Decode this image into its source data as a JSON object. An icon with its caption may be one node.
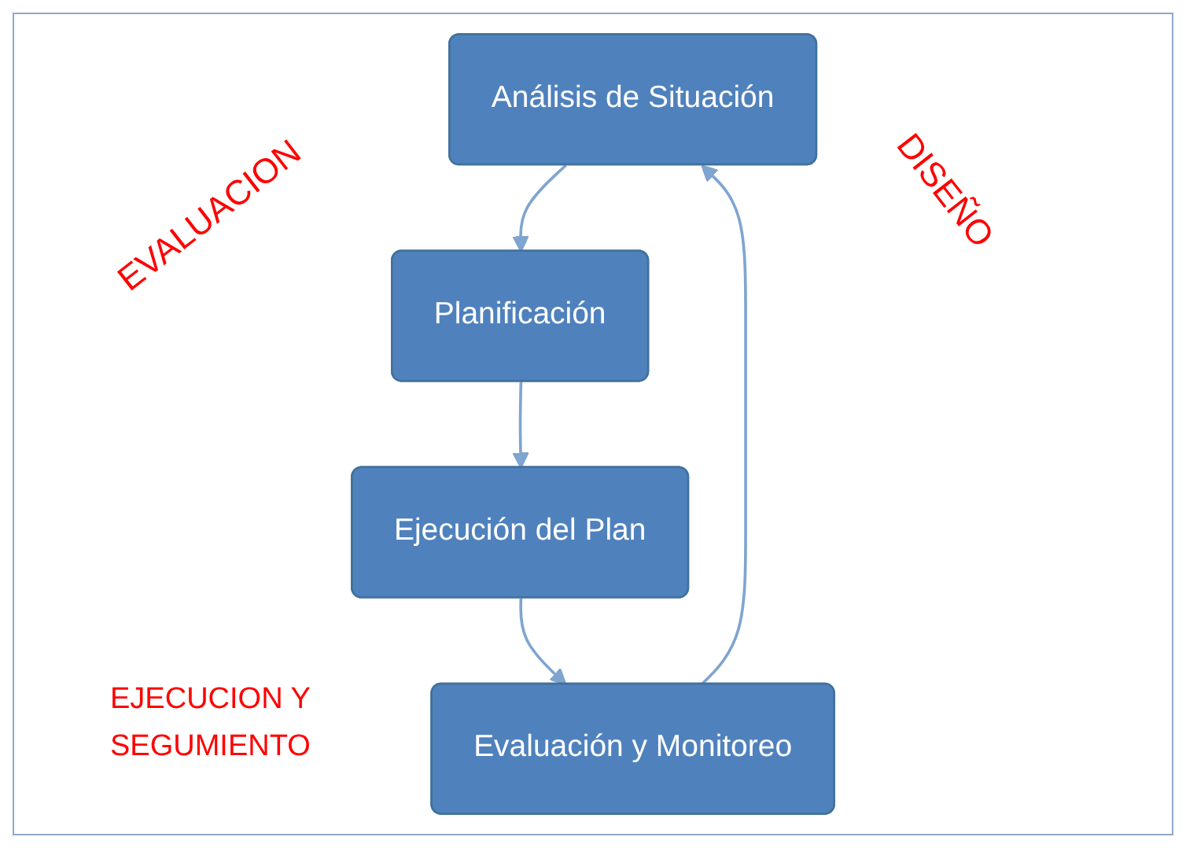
{
  "diagram": {
    "nodes": [
      {
        "text": [
          "Análisis de Situación"
        ]
      },
      {
        "text": [
          "Planificación"
        ]
      },
      {
        "text": [
          "Ejecución del Plan"
        ]
      },
      {
        "text": [
          "Evaluación y Monitoreo"
        ]
      }
    ],
    "edges": [
      {
        "from": 0,
        "to": 1,
        "arrow": "to"
      },
      {
        "from": 1,
        "to": 2,
        "arrow": "to"
      },
      {
        "from": 2,
        "to": 3,
        "arrow": "to"
      },
      {
        "from": 3,
        "to": 0,
        "arrow": "to"
      }
    ],
    "labels": [
      "EVALUACION",
      "DISEÑO",
      "EJECUCION Y SEGUMIENTO"
    ]
  }
}
